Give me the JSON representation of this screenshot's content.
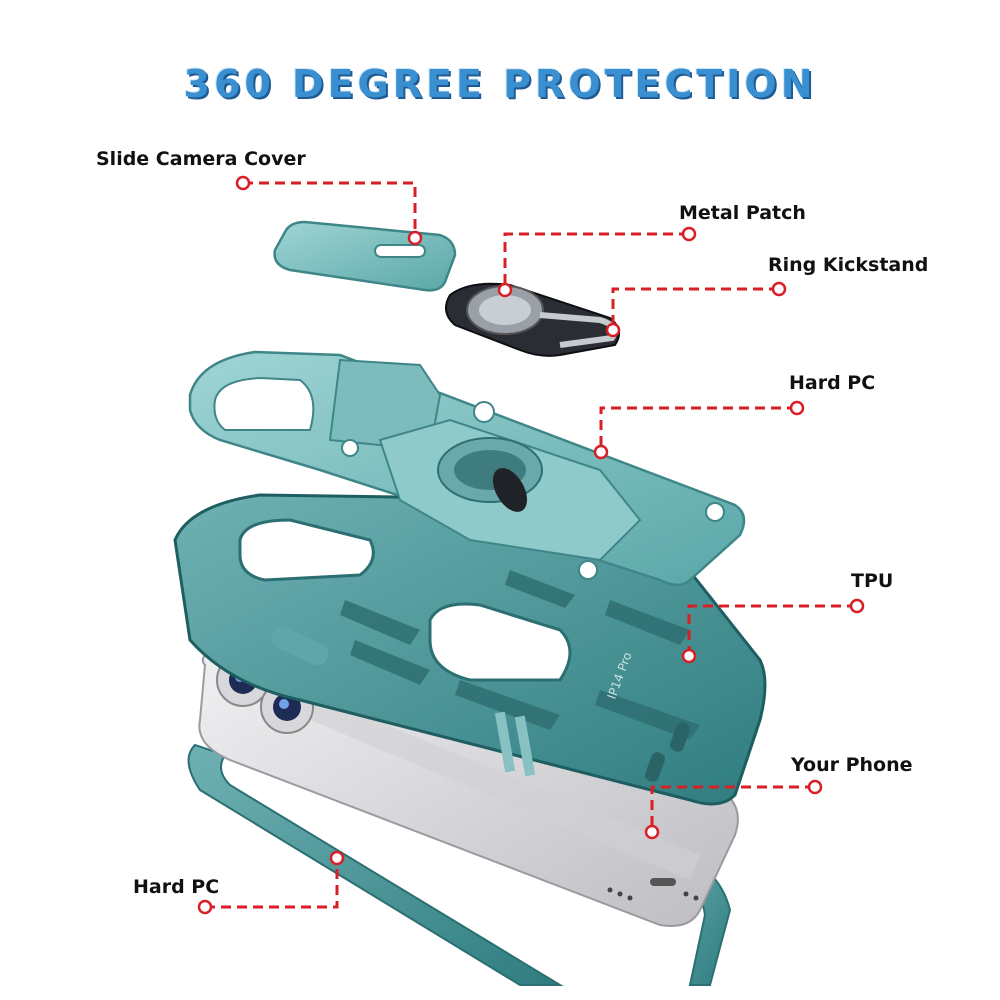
{
  "headline": "360 DEGREE PROTECTION",
  "labels": {
    "slide_camera_cover": "Slide Camera Cover",
    "metal_patch": "Metal Patch",
    "ring_kickstand": "Ring Kickstand",
    "hard_pc_top": "Hard PC",
    "tpu": "TPU",
    "your_phone": "Your Phone",
    "hard_pc_bottom": "Hard PC"
  },
  "case_model_text": "IP14 Pro",
  "colors": {
    "headline": "#3a8fd1",
    "case_teal": "#4e9ea0",
    "leader_red": "#d81f26",
    "phone_silver": "#e8e8ea"
  }
}
